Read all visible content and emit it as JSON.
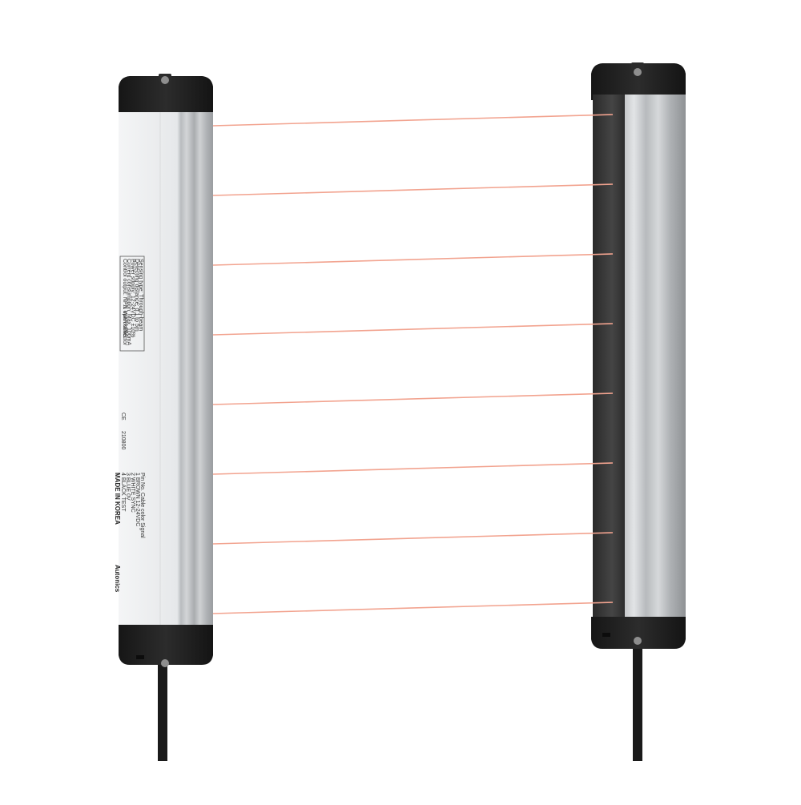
{
  "product_photo": {
    "subject": "safety light curtain with emitter and receiver",
    "beam_count": 8,
    "colors": {
      "background": "#ffffff",
      "housing_aluminum": "#c9cbcc",
      "housing_face_light": "#e9ebec",
      "end_caps": "#1f1f1f",
      "receiver_face": "#3a3a3a",
      "beam": "#f2a38f",
      "cable": "#1a1a1a"
    },
    "emitter_label": {
      "lines": [
        "Sensing type: Through-beam",
        "Detecting distance: 0.1 to 5m",
        "Power supply: 12-24VDC ±10%",
        "Current consumption: Max. 100mA",
        "Control output: NPN open collector",
        "Response time: Max. 10ms",
        "⚠ WARNING"
      ],
      "pin_table": [
        "Pin No.  Cable color  Signal",
        "1  BROWN  12-24VDC",
        "2  WHITE  SYNC",
        "3  BLUE  0V",
        "4  BLACK  TEST"
      ],
      "mark_ce": "CE",
      "serial": "210800",
      "origin": "MADE IN KOREA",
      "brand": "Autonics"
    }
  }
}
